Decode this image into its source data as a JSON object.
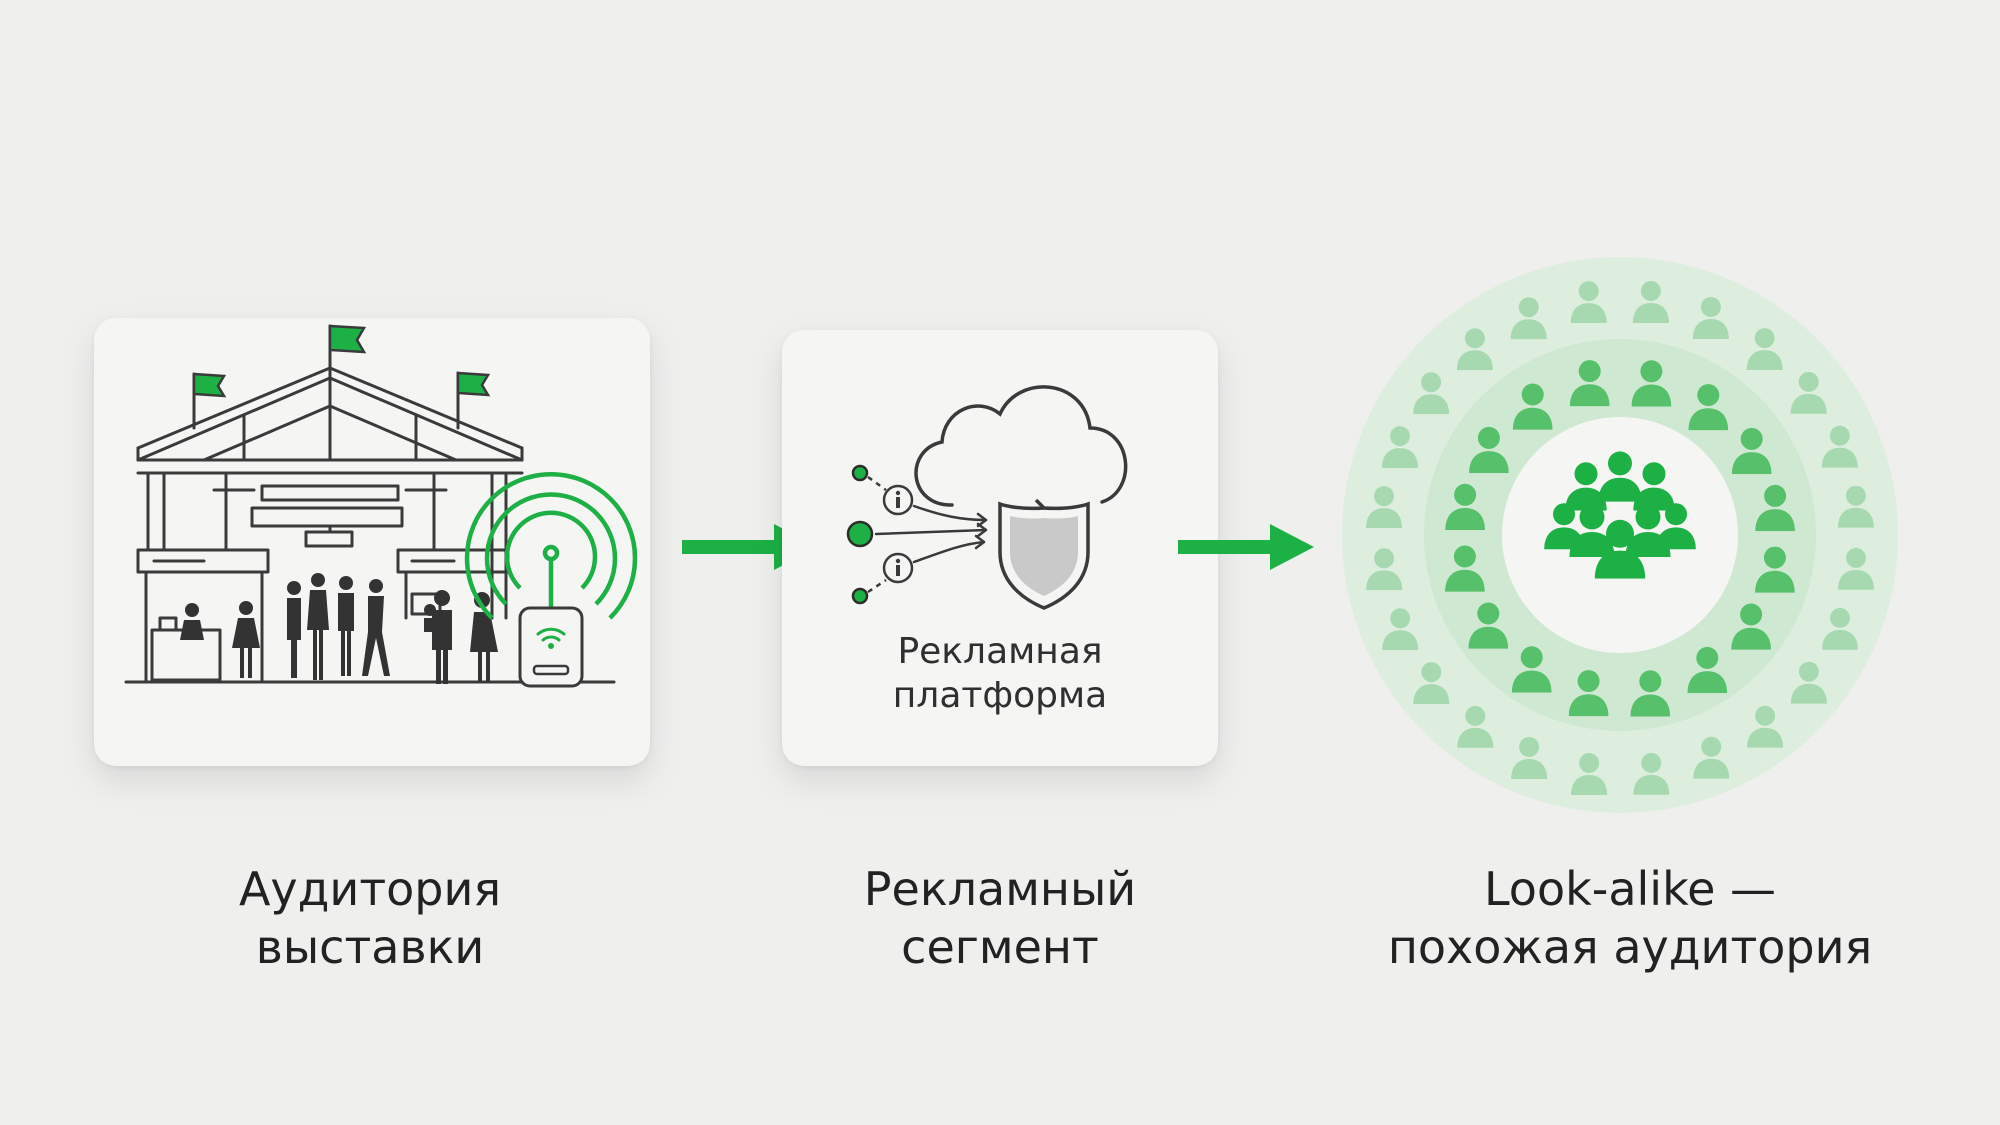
{
  "steps": [
    {
      "caption_line1": "Аудитория",
      "caption_line2": "выставки",
      "icon": "exhibition-venue-icon"
    },
    {
      "card_label_line1": "Рекламная",
      "card_label_line2": "платформа",
      "caption_line1": "Рекламный",
      "caption_line2": "сегмент",
      "icon": "cloud-shield-icon"
    },
    {
      "caption_line1": "Look-alike —",
      "caption_line2": "похожая аудитория",
      "icon": "people-rings-icon"
    }
  ],
  "colors": {
    "accent": "#1db045",
    "background": "#efefee",
    "card": "#f5f5f4",
    "line_art": "#3a3a3a"
  }
}
